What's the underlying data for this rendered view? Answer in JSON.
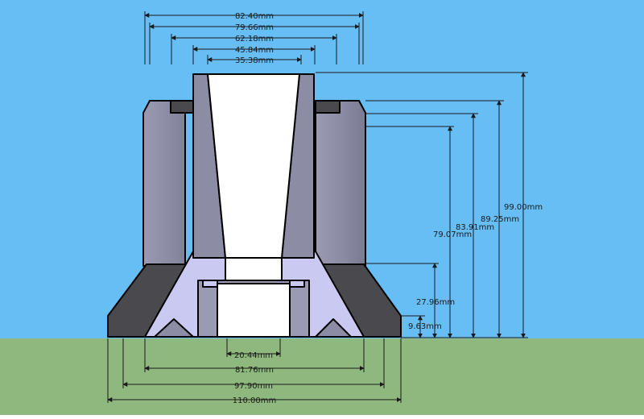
{
  "colors": {
    "sky": "#66bef5",
    "ground": "#8fb87e",
    "body_grey": "#8f8fa6",
    "body_grey_dark": "#6f6f86",
    "base_dark": "#4a4a4e",
    "inner_lavender": "#c9c9f2",
    "bore_white": "#ffffff",
    "outline": "#000000",
    "dimension_line": "#1a1a1a"
  },
  "dimensions": {
    "top": [
      "82.40mm",
      "79.66mm",
      "62.18mm",
      "45.84mm",
      "35.38mm"
    ],
    "bottom": [
      "20.44mm",
      "81.76mm",
      "97.90mm",
      "110.00mm"
    ],
    "right": [
      "99.00mm",
      "89.25mm",
      "83.91mm",
      "79.07mm",
      "27.96mm",
      "9.63mm"
    ]
  }
}
